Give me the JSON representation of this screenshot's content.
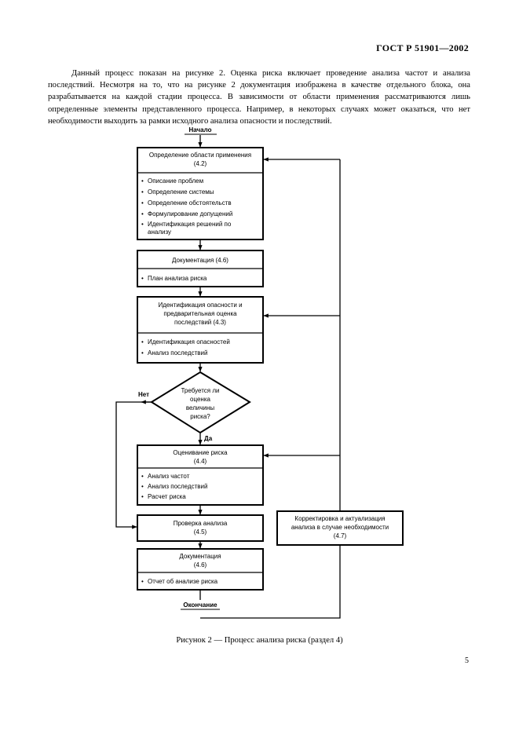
{
  "header": {
    "standard": "ГОСТ Р 51901—2002"
  },
  "intro": {
    "text": "Данный процесс показан на рисунке 2. Оценка риска включает проведение анализа частот и анализа последствий. Несмотря на то, что на рисунке 2 документация изображена в качестве отдельного блока, она разрабатывается на каждой стадии процесса. В зависимости от области применения рассматриваются лишь определенные элементы представленного процесса. Например, в некоторых случаях может оказаться, что нет необходимости выходить за рамки исходного анализа опасности и последствий."
  },
  "flow": {
    "start": "Начало",
    "end": "Окончание",
    "scope": {
      "title": [
        "Определение области применения",
        "(4.2)"
      ],
      "items": [
        "Описание проблем",
        "Определение системы",
        "Определение обстоятельств",
        "Формулирование допущений",
        "Идентификация решений по"
      ],
      "item_cont": "анализу"
    },
    "doc1": {
      "title": "Документация (4.6)",
      "items": [
        "План анализа риска"
      ]
    },
    "hazard": {
      "title": [
        "Идентификация опасности и",
        "предварительная оценка",
        "последствий (4.3)"
      ],
      "items": [
        "Идентификация опасностей",
        "Анализ последствий"
      ]
    },
    "decision": {
      "lines": [
        "Требуется ли",
        "оценка",
        "величины",
        "риска?"
      ],
      "no": "Нет",
      "yes": "Да"
    },
    "estimate": {
      "title": [
        "Оценивание риска",
        "(4.4)"
      ],
      "items": [
        "Анализ частот",
        "Анализ последствий",
        "Расчет риска"
      ]
    },
    "verify": {
      "title": [
        "Проверка анализа",
        "(4.5)"
      ]
    },
    "doc2": {
      "title": [
        "Документация",
        "(4.6)"
      ],
      "items": [
        "Отчет об анализе риска"
      ]
    },
    "update": {
      "lines": [
        "Корректировка и актуализация",
        "анализа в случае необходимости",
        "(4.7)"
      ]
    }
  },
  "caption": "Рисунок 2 — Процесс анализа риска (раздел 4)",
  "page_number": "5"
}
